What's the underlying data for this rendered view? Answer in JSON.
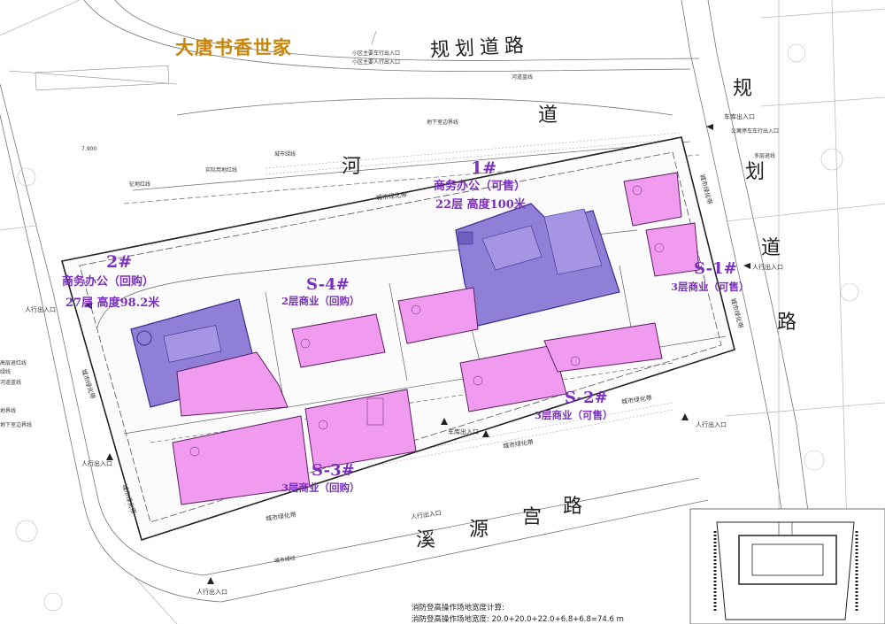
{
  "title": "大唐书香世家",
  "roads": {
    "top": "规划道路",
    "right": [
      "规",
      "划",
      "道",
      "路"
    ],
    "river": [
      "河",
      "道"
    ],
    "bottom": [
      "溪",
      "源",
      "宫",
      "路"
    ]
  },
  "buildings": [
    {
      "id": "1#",
      "lines": [
        "商务办公（可售）",
        "22层 高度100米"
      ]
    },
    {
      "id": "2#",
      "lines": [
        "商务办公（回购）",
        "27层 高度98.2米"
      ]
    },
    {
      "id": "S-1#",
      "lines": [
        "3层商业（可售）"
      ]
    },
    {
      "id": "S-2#",
      "lines": [
        "3层商业（可售）"
      ]
    },
    {
      "id": "S-3#",
      "lines": [
        "3层商业（回购）"
      ]
    },
    {
      "id": "S-4#",
      "lines": [
        "2层商业（回购）"
      ]
    }
  ],
  "annotations": {
    "green_belt": "城市绿化带",
    "pedestrian_entry": "人行出入口",
    "vehicle_entry": "车库出入口",
    "red_line": "城市绿线",
    "land_red_line": "实际用地红线",
    "river_line": "河道蓝线",
    "basement_line": "地下室边界线",
    "setback": "征地红线",
    "bus_entry": "公寓停车车行出入口",
    "multi_line": "多层退线",
    "lines_left": [
      "高层退红线",
      "绿线",
      "河道蓝线",
      "地界线",
      "地下室边界线"
    ],
    "school_text": [
      "小区主要车行出入口",
      "小区主要人行出入口"
    ],
    "elev": "7.900"
  },
  "notes": {
    "line1": "消防登高操作场地宽度计算:",
    "line2": "消防登高操作场地宽度: 20.0+20.0+22.0+6.8+6.8=74.6 m"
  },
  "colors": {
    "tower": "#8f7fd6",
    "tower_stroke": "#3b2d8f",
    "retail": "#f09bef",
    "retail_stroke": "#5a2060",
    "label": "#7b2fbf",
    "title": "#c8860a"
  }
}
